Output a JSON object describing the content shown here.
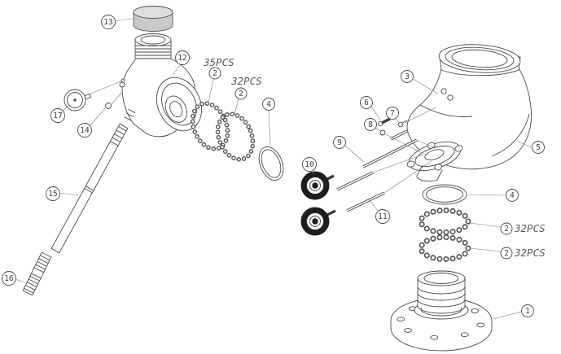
{
  "figure": {
    "type": "exploded-parts-diagram",
    "background": "#ffffff",
    "line_color": "#4a4a4a",
    "wheel_color": "#1d1d1d",
    "cap_color": "#c9c9c9"
  },
  "callouts": {
    "n1": "1",
    "n2": "2",
    "n3": "3",
    "n4": "4",
    "n5": "5",
    "n6": "6",
    "n7": "7",
    "n8": "8",
    "n9": "9",
    "n10": "10",
    "n11": "11",
    "n12": "12",
    "n13": "13",
    "n14": "14",
    "n15": "15",
    "n16": "16",
    "n17": "17"
  },
  "quantities": {
    "pcs35": "35PCS",
    "pcs32": "32PCS"
  }
}
